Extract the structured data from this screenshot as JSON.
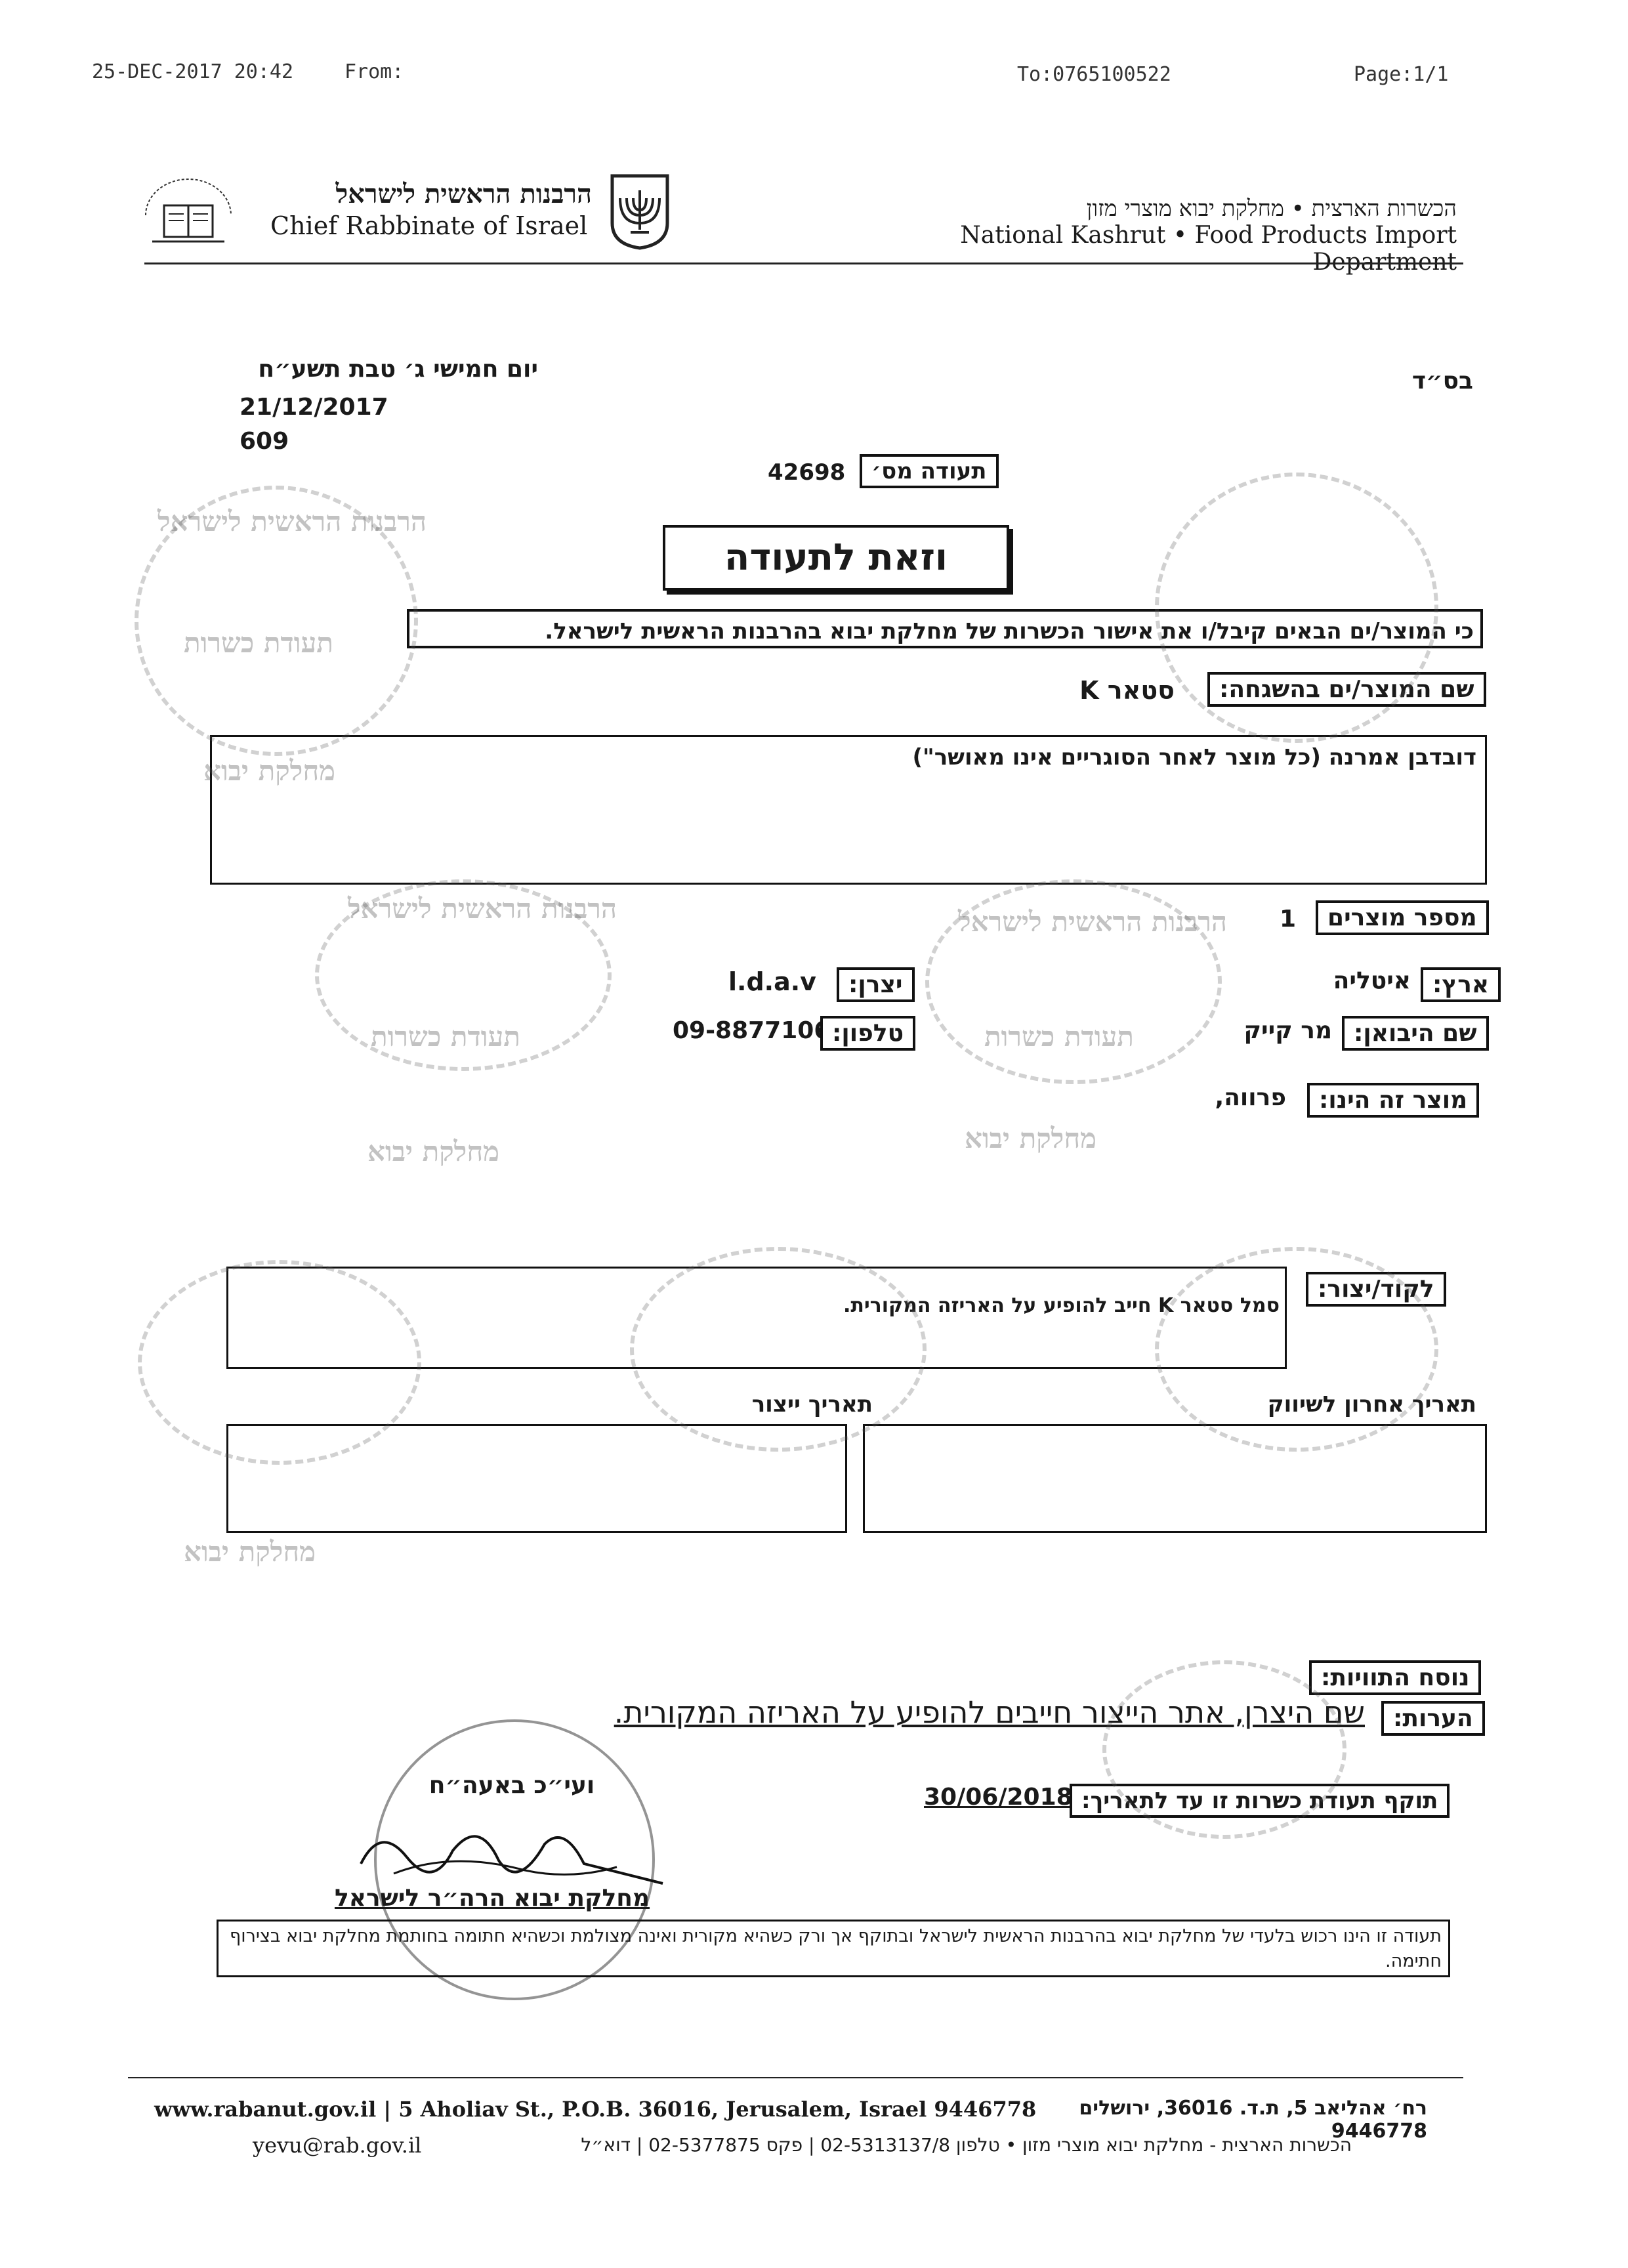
{
  "fax_header": {
    "datetime": "25-DEC-2017 20:42",
    "from_label": "From:",
    "to": "To:0765100522",
    "page": "Page:1/1"
  },
  "letterhead": {
    "org_he": "הרבנות הראשית לישראל",
    "org_en": "Chief Rabbinate of Israel",
    "dept_he": "הכשרות הארצית • מחלקת יבוא מוצרי מזון",
    "dept_en": "National Kashrut • Food Products Import Department"
  },
  "meta": {
    "hebrew_date": "יום חמישי ג׳ טבת תשע״ח",
    "date": "21/12/2017",
    "ref_no": "609",
    "bsd": "בס״ד"
  },
  "certificate": {
    "number_label": "תעודה מס׳",
    "number": "42698",
    "title": "וזאת לתעודה",
    "statement": "כי המוצר/ים הבאים קיבל/ו את אישור הכשרות של מחלקת יבוא בהרבנות הראשית לישראל.",
    "product_names_label": "שם המוצר/ים בהשגחה:",
    "product_names_value": "סטאר K",
    "product_details": "דובדבן אמרנה (כל מוצר לאחר הסוגריים אינו מאושר\")",
    "product_count_label": "מספר מוצרים",
    "product_count": "1",
    "country_label": "ארץ:",
    "country": "איטליה",
    "manufacturer_label": "יצרן:",
    "manufacturer": "l.d.a.v",
    "importer_label": "שם היבואן:",
    "importer": "מר קייק",
    "phone_label": "טלפון:",
    "phone": "09-8877106",
    "product_type_label": "מוצר זה הינו:",
    "product_type": "פרווה,",
    "code_label": "לקוד/יצור:",
    "code_text": "סמל סטאר K חייב להופיע על האריזה המקורית.",
    "last_marketing_label": "תאריך אחרון לשיווק",
    "production_date_label": "תאריך ייצור",
    "labels_text_label": "נוסח התוויות:",
    "notes_label": "הערות:",
    "notes": "שם היצרן, אתר הייצור חייבים להופיע על האריזה המקורית.",
    "validity_label": "תוקף תעודת כשרות זו עד לתאריך:",
    "validity_date": "30/06/2018",
    "signature_line": "מחלקת יבוא הרה״ר לישראל",
    "signature_note": "ועי״כ באעה״ח",
    "disclaimer": "תעודה זו הינו רכוש בלעדי של מחלקת יבוא בהרבנות הראשית לישראל ובתוקף אך ורק כשהיא מקורית ואינה מצולמת וכשהיא חתומה בחותמת מחלקת יבוא בצירוף חתימה."
  },
  "stamps": {
    "top": "הרבנות הראשית לישראל",
    "bottom": "תעודת כשרות",
    "dept": "מחלקת יבוא"
  },
  "footer": {
    "line1_en": "www.rabanut.gov.il | 5 Aholiav St., P.O.B. 36016, Jerusalem, Israel 9446778",
    "line1_he": "רח׳ אהליאב 5, ת.ד. 36016, ירושלים 9446778",
    "line2_en": "yevu@rab.gov.il",
    "line2_he": "הכשרות הארצית - מחלקת יבוא מוצרי מזון • טלפון 02-5313137/8 | פקס 02-5377875 | דוא״ל"
  }
}
